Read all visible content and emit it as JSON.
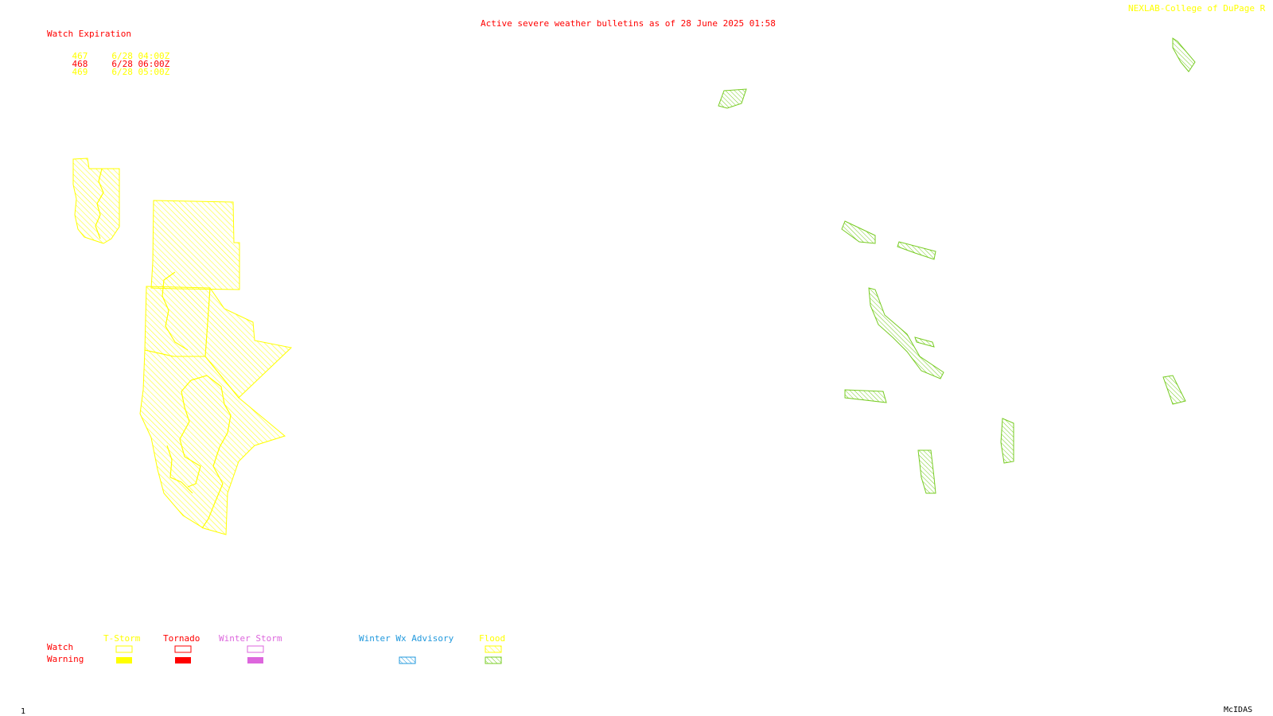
{
  "header": {
    "title": "Active severe weather bulletins as of 28 June 2025 01:58",
    "source": "NEXLAB-College of DuPage",
    "source_logo": "R",
    "title_color": "#ff0000",
    "source_color": "#ffff00"
  },
  "watch_expiration": {
    "title": "Watch Expiration",
    "rows": [
      {
        "id": "467",
        "time": "6/28 04:00Z",
        "color": "#ffff00"
      },
      {
        "id": "468",
        "time": "6/28 06:00Z",
        "color": "#ff0000"
      },
      {
        "id": "469",
        "time": "6/28 05:00Z",
        "color": "#ffff00"
      }
    ]
  },
  "legend": {
    "row_labels": {
      "watch": "Watch",
      "warning": "Warning"
    },
    "categories": [
      {
        "label": "T-Storm",
        "color": "#ffff00",
        "warning_style": "solid"
      },
      {
        "label": "Tornado",
        "color": "#ff0000",
        "warning_style": "solid"
      },
      {
        "label": "Winter Storm",
        "color": "#dd66dd",
        "warning_style": "solid"
      },
      {
        "label": "Winter Wx Advisory",
        "color": "#2299dd",
        "warning_style": "hatched"
      },
      {
        "label": "Flood",
        "color": "#ffff00",
        "warning_style": "hatched",
        "warning_color": "#77cc22"
      }
    ]
  },
  "footer": {
    "frame": "1",
    "software": "McIDAS"
  },
  "map_layers": {
    "watch_color": "#ffff00",
    "flood_warning_color": "#77cc22"
  }
}
